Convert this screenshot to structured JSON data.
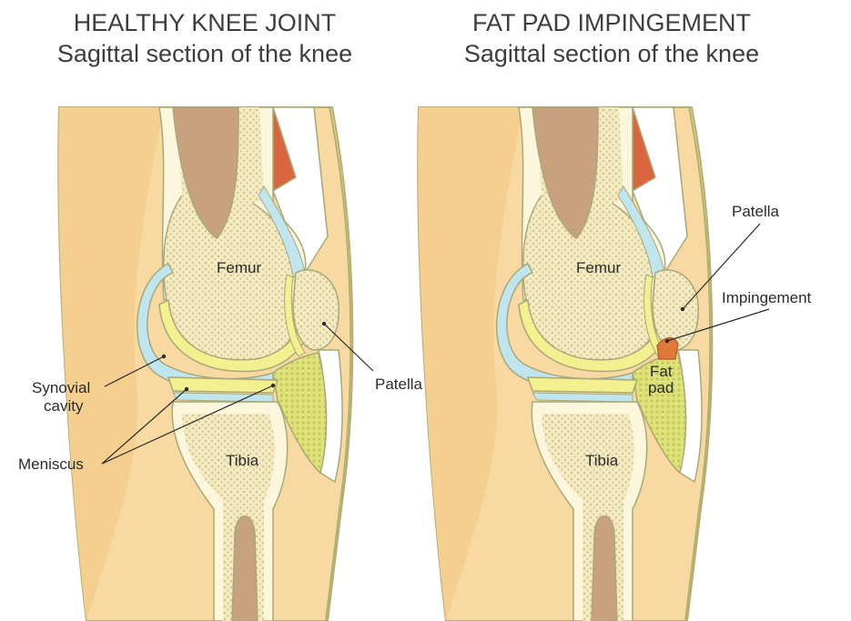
{
  "panels": [
    {
      "title": "HEALTHY KNEE JOINT",
      "subtitle": "Sagittal section of the knee",
      "labels": {
        "femur": "Femur",
        "tibia": "Tibia",
        "patella": "Patella",
        "synovial_line1": "Synovial",
        "synovial_line2": "cavity",
        "meniscus": "Meniscus"
      }
    },
    {
      "title": "FAT PAD IMPINGEMENT",
      "subtitle": "Sagittal section of the knee",
      "labels": {
        "femur": "Femur",
        "tibia": "Tibia",
        "patella": "Patella",
        "impingement": "Impingement",
        "fatpad_line1": "Fat",
        "fatpad_line2": "pad"
      }
    }
  ],
  "colors": {
    "skin": "#f8d9a2",
    "bone_spongy": "#f4ecc4",
    "bone_cortex": "#fbf6dc",
    "marrow": "#c8a27c",
    "cartilage": "#f3f08f",
    "synovial": "#bfe6ee",
    "fat_pad": "#dfe37a",
    "muscle": "#d9663f",
    "tendon": "#ffffff",
    "impingement": "#e07a3a",
    "outline": "#a8a878"
  }
}
